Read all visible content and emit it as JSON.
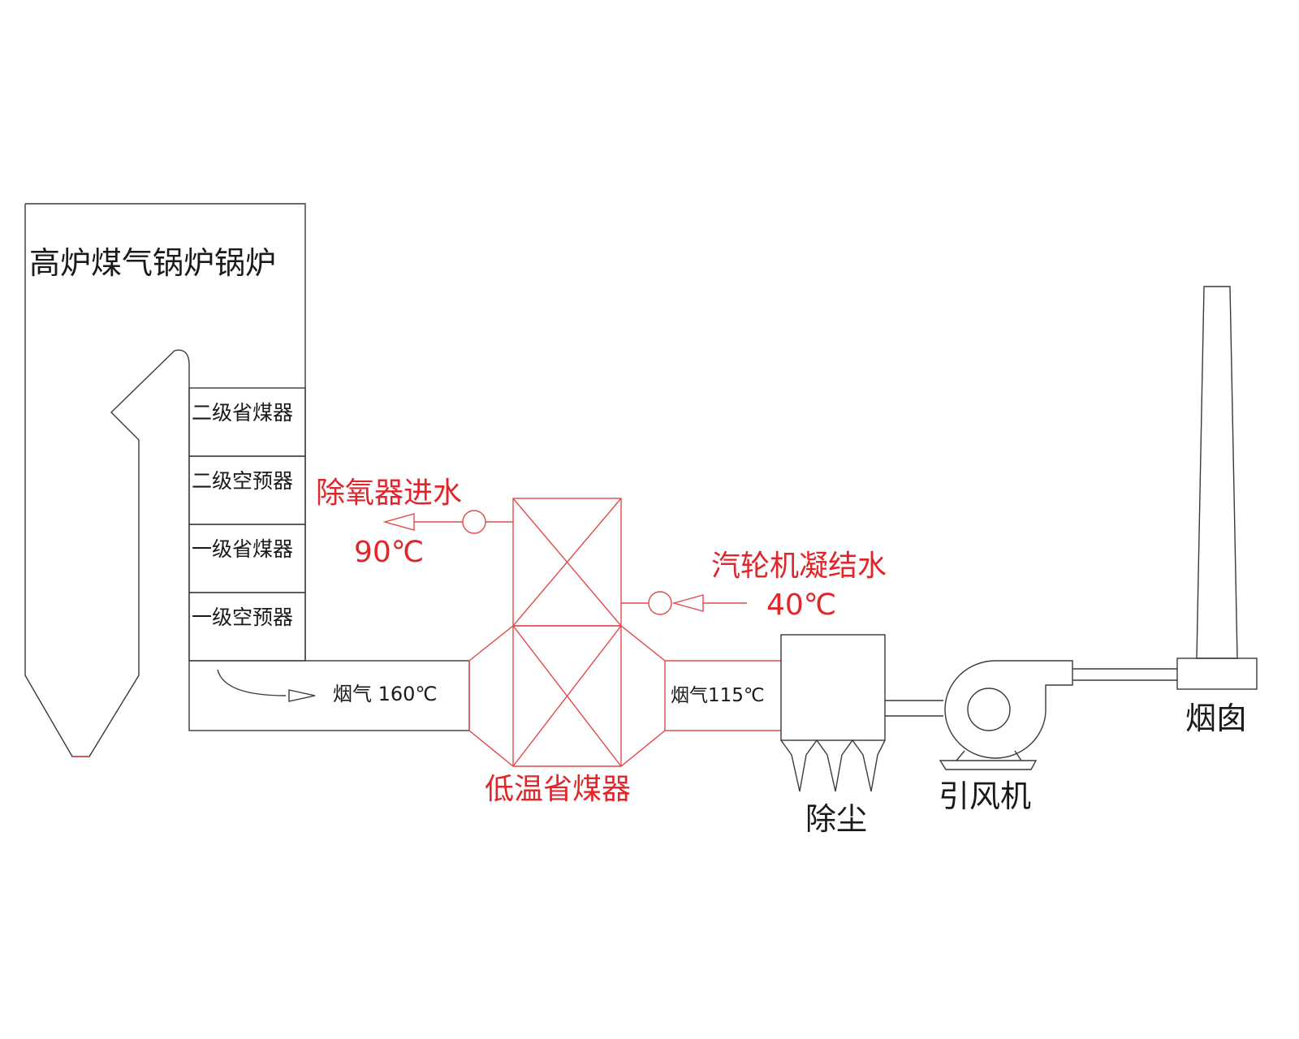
{
  "boiler": {
    "title": "高炉煤气锅炉锅炉",
    "stages": [
      "二级省煤器",
      "二级空预器",
      "一级省煤器",
      "一级空预器"
    ]
  },
  "flue_gas": {
    "inlet_label": "烟气 160℃",
    "outlet_label": "烟气115℃"
  },
  "economizer": {
    "name": "低温省煤器",
    "water_out_label": "除氧器进水",
    "water_out_temp": "90℃",
    "water_in_label": "汽轮机凝结水",
    "water_in_temp": "40℃"
  },
  "equipment": {
    "dust_removal": "除尘",
    "induced_fan": "引风机",
    "chimney": "烟囱"
  },
  "colors": {
    "line": "#3a3a3a",
    "accent": "#e0262b"
  }
}
